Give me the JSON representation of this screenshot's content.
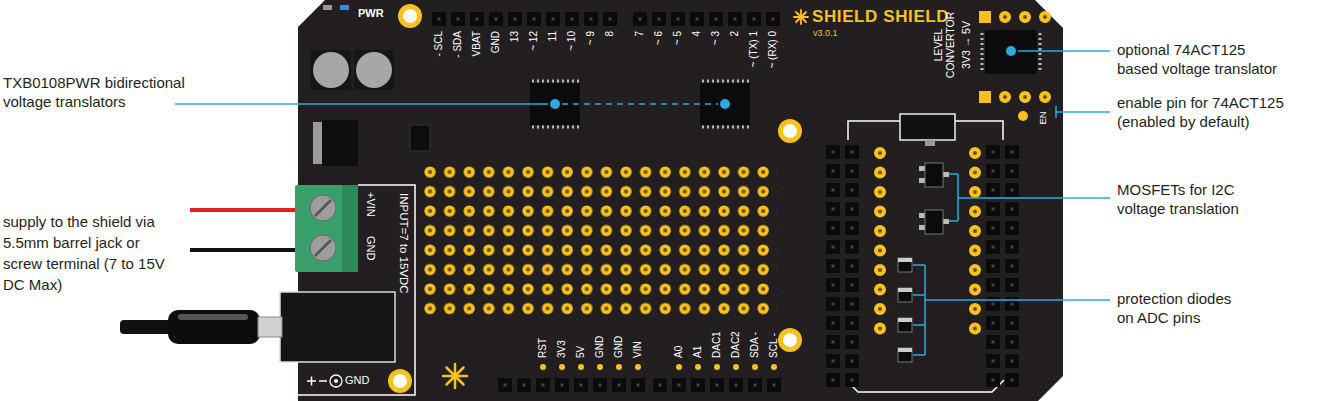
{
  "diagram": {
    "labels": [
      "PWR",
      "- SCL",
      "- SDA",
      "VBAT",
      "GND",
      "13",
      "~ 12",
      "11",
      "~ 10",
      "~ 9",
      "8",
      "7",
      "~ 6",
      "~ 5",
      "4",
      "~ 3",
      "2",
      "~ (TX) 1",
      "~ (RX) 0",
      "SHIELD SHIELD",
      "v3.0.1",
      "LEVEL CONVERTOR",
      "3V3 → 5V",
      "EN",
      "+VIN",
      "GND",
      "INPUT=7 to 15VDC",
      "GND",
      "RST",
      "3V3",
      "5V",
      "GND",
      "GND",
      "VIN",
      "A0",
      "A1",
      "DAC1",
      "DAC2",
      "SDA -",
      "SCL -",
      "TXB0108PWR bidirectional voltage translators",
      "supply to the shield via 5.5mm barrel jack or screw terminal (7 to 15V DC Max)",
      "optional 74ACT125 based voltage translator",
      "enable pin for 74ACT125 (enabled by default)",
      "MOSFETs for I2C voltage translation",
      "protection diodes on ADC pins"
    ]
  }
}
